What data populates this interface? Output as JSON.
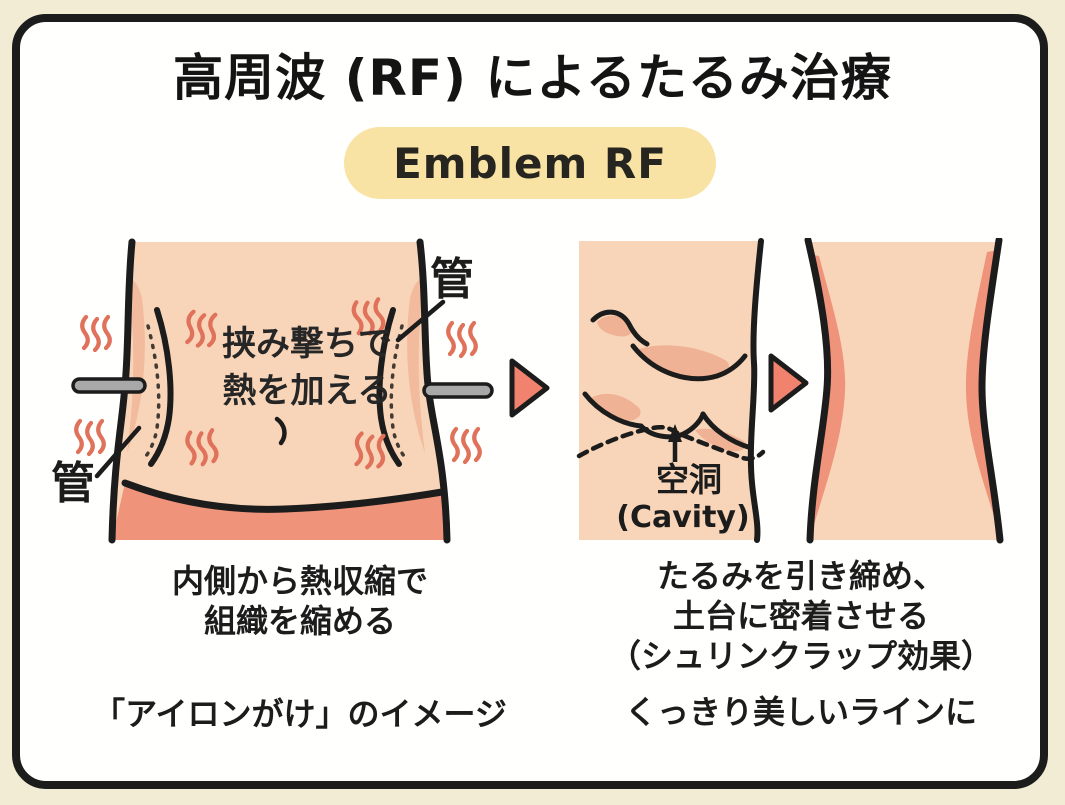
{
  "title": "高周波 (RF) によるたるみ治療",
  "badge": {
    "label": "Emblem RF"
  },
  "colors": {
    "page_background": "#f3ecd4",
    "card_background": "#fffffd",
    "outline_black": "#1c1c1c",
    "badge_background": "#f8e3a4",
    "skin_light": "#f8d5b8",
    "skin_shade": "#f2bb9d",
    "salmon": "#f0937b",
    "heat_wave_red": "#e0715a",
    "arrow_fill": "#f0826e",
    "rod_gray": "#a8a8a8"
  },
  "panel_before": {
    "inner_text_line1": "挟み撃ちで",
    "inner_text_line2": "熱を加える",
    "tube_label_top_right": "管",
    "tube_label_bottom_left": "管",
    "caption_lines": [
      "内側から熱収縮で",
      "組織を縮める"
    ],
    "subcaption": "「アイロンがけ」のイメージ"
  },
  "panel_middle": {
    "cavity_label_jp": "空洞",
    "cavity_label_en": "(Cavity)"
  },
  "panel_after": {
    "caption_lines": [
      "たるみを引き締め、",
      "土台に密着させる",
      "（シュリンクラップ効果）"
    ],
    "subcaption": "くっきり美しいラインに"
  }
}
